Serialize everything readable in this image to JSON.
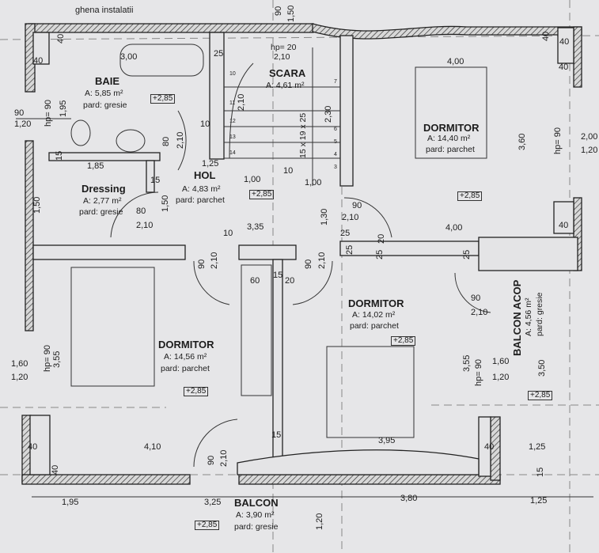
{
  "note": "ghena instalatii",
  "rooms": [
    {
      "name": "BAIE",
      "area": "A: 5,85 m²",
      "floor": "pard: gresie",
      "level": "+2,85"
    },
    {
      "name": "SCARA",
      "area": "A: 4,61 m²",
      "extra": "hp= 20",
      "extra2": "2,10",
      "stair": "15 x 19 x 25"
    },
    {
      "name": "DORMITOR",
      "area": "A: 14,40 m²",
      "floor": "pard: parchet",
      "level": "+2,85"
    },
    {
      "name": "Dressing",
      "area": "A: 2,77 m²",
      "floor": "pard: gresie"
    },
    {
      "name": "HOL",
      "area": "A: 4,83 m²",
      "floor": "pard: parchet",
      "level": "+2,85"
    },
    {
      "name": "DORMITOR",
      "area": "A: 14,56 m²",
      "floor": "pard: parchet",
      "level": "+2,85"
    },
    {
      "name": "DORMITOR",
      "area": "A: 14,02 m²",
      "floor": "pard: parchet",
      "level": "+2,85"
    },
    {
      "name": "BALCON ACOP",
      "area": "A: 4,56 m²",
      "floor": "pard: gresie",
      "level": "+2,85"
    },
    {
      "name": "BALCON",
      "area": "A: 3,90 m²",
      "floor": "pard: gresie",
      "level": "+2,85"
    }
  ],
  "dims": [
    "3,00",
    "1,95",
    "90",
    "1,20",
    "hp= 90",
    "40",
    "40",
    "25",
    "1,85",
    "15",
    "15",
    "1,25",
    "80",
    "2,10",
    "10",
    "2,10",
    "1,50",
    "1,50",
    "80",
    "2,10",
    "1,00",
    "1,00",
    "3,35",
    "10",
    "2,30",
    "90",
    "2,10",
    "25",
    "4,00",
    "4,00",
    "40",
    "40",
    "3,60",
    "hp= 90",
    "2,00",
    "1,20",
    "40",
    "40",
    "25",
    "20",
    "25",
    "1,30",
    "90",
    "2,10",
    "90",
    "2,10",
    "60",
    "15",
    "20",
    "90",
    "2,10",
    "25",
    "1,60",
    "1,20",
    "hp= 90",
    "3,55",
    "40",
    "4,10",
    "40",
    "90",
    "2,10",
    "15",
    "3,95",
    "3,55",
    "hp= 90",
    "1,60",
    "1,20",
    "3,50",
    "40",
    "1,25",
    "15",
    "1,95",
    "3,25",
    "3,80",
    "1,25",
    "1,20",
    "90",
    "1,50",
    "10"
  ],
  "steps": [
    "10",
    "11",
    "12",
    "13",
    "14",
    "7",
    "6",
    "5",
    "4",
    "3"
  ]
}
